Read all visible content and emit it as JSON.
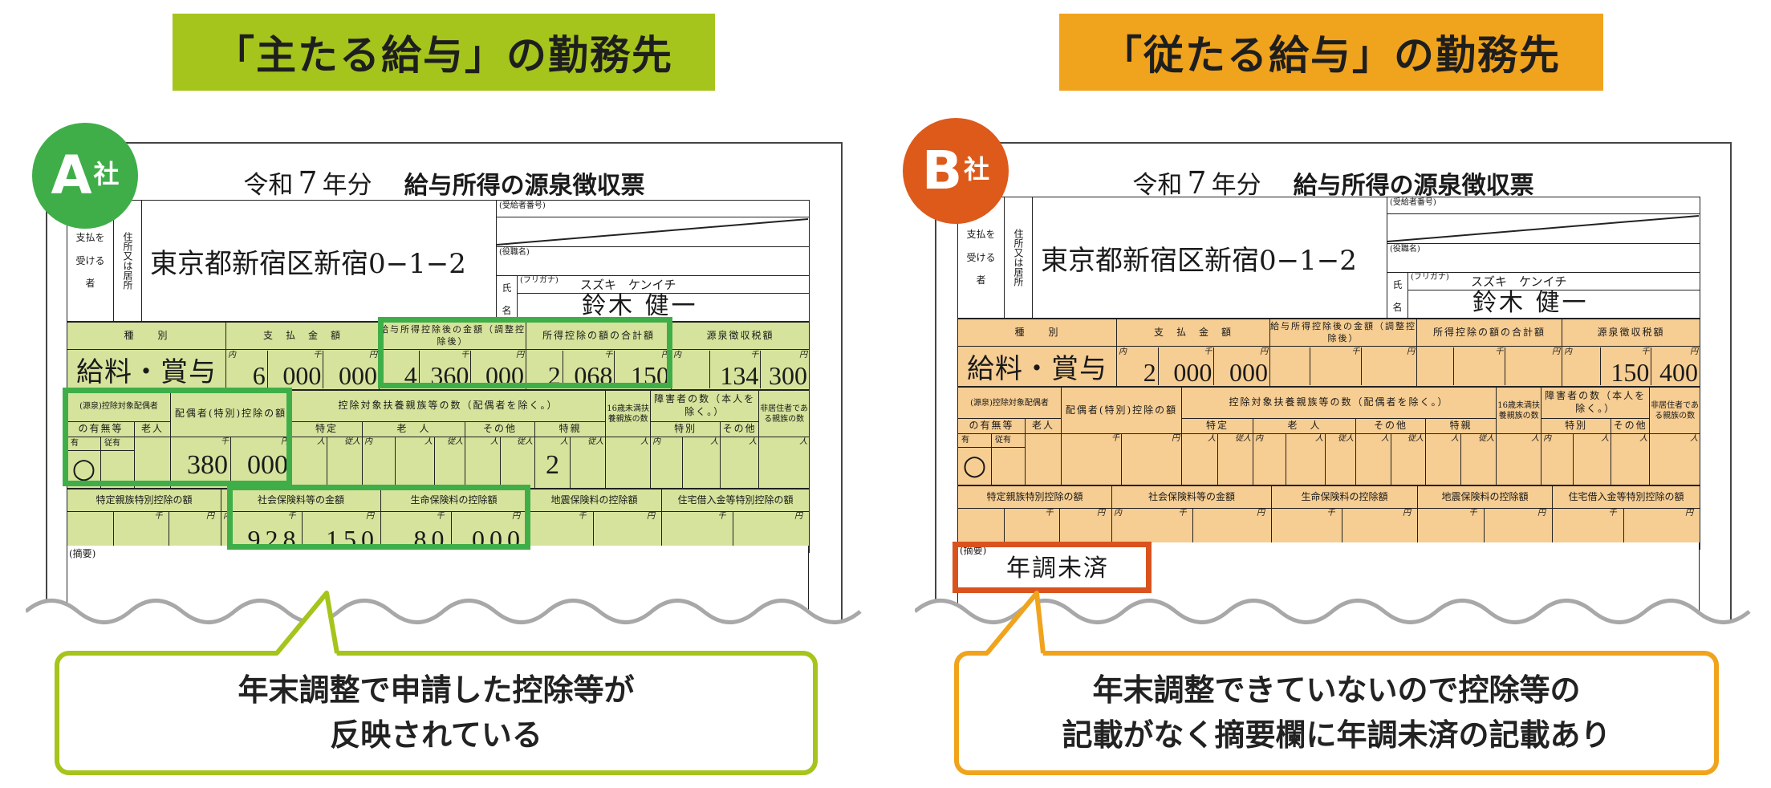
{
  "form_labels": {
    "era": "令和",
    "year": "7",
    "year_suffix": "年分",
    "title": "給与所得の源泉徴収票",
    "recipient": "支払を受ける者",
    "address_label": "住所又は居所",
    "recipient_no": "(受給者番号)",
    "position": "(役職名)",
    "name_shi": "氏",
    "name_mei": "名",
    "furigana_label": "(フリガナ)",
    "col_type": "種　　別",
    "col_payment": "支　払　金　額",
    "col_after_deduction": "給与所得控除後の金額（調整控除後）",
    "col_total_deductions": "所得控除の額の合計額",
    "col_tax": "源泉徴収税額",
    "spouse_head": "(源泉)控除対象配偶者",
    "spouse_head2": "の有無等",
    "elderly": "老人",
    "spouse_deduction_head": "配偶者(特別)控除の額",
    "dependents_head": "控除対象扶養親族等の数（配偶者を除く。）",
    "under16_head": "16歳未満扶養親族の数",
    "disabled_head": "障害者の数（本人を除く。）",
    "nonresident_head": "非居住者である親族の数",
    "specified": "特定",
    "elderly2": "老　人",
    "other": "その他",
    "tokushin": "特親",
    "special": "特別",
    "other2": "その他",
    "ins_head_specified_relative": "特定親族特別控除の額",
    "ins_head_social": "社会保険料等の金額",
    "ins_head_life": "生命保険料の控除額",
    "ins_head_earthquake": "地震保険料の控除額",
    "ins_head_housing": "住宅借入金等特別控除の額",
    "tekiyo": "(摘要)",
    "unit_uchi": "内",
    "unit_sen": "千",
    "unit_en": "円",
    "unit_nin": "人",
    "unit_junin": "従人",
    "ari": "有",
    "juari": "従有"
  },
  "forms": [
    {
      "banner": "「主たる給与」の勤務先",
      "badge_letter": "A",
      "badge_suffix": "社",
      "address": "東京都新宿区新宿0−1−2",
      "furigana": "スズキ　ケンイチ",
      "name": "鈴木 健一",
      "income_type": "給料・賞与",
      "payment": [
        "6",
        "000",
        "000"
      ],
      "after_deduction": [
        "4",
        "360",
        "000"
      ],
      "total_deductions": [
        "2",
        "068",
        "150"
      ],
      "withholding_tax": [
        "",
        "134",
        "300"
      ],
      "spouse_presence": "○",
      "spouse_deduction": [
        "380",
        "000"
      ],
      "dependents_tokushin": "2",
      "social_insurance": [
        "928",
        "150"
      ],
      "life_insurance": [
        "80",
        "000"
      ],
      "tekiyo_note": "",
      "callout": [
        "年末調整で申請した控除等が",
        "反映されている"
      ]
    },
    {
      "banner": "「従たる給与」の勤務先",
      "badge_letter": "B",
      "badge_suffix": "社",
      "address": "東京都新宿区新宿0−1−2",
      "furigana": "スズキ　ケンイチ",
      "name": "鈴木 健一",
      "income_type": "給料・賞与",
      "payment": [
        "2",
        "000",
        "000"
      ],
      "after_deduction": [
        "",
        "",
        ""
      ],
      "total_deductions": [
        "",
        "",
        ""
      ],
      "withholding_tax": [
        "",
        "150",
        "400"
      ],
      "spouse_presence": "○",
      "spouse_deduction": [
        "",
        ""
      ],
      "dependents_tokushin": "",
      "social_insurance": [
        "",
        ""
      ],
      "life_insurance": [
        "",
        ""
      ],
      "tekiyo_note": "年調未済",
      "callout": [
        "年末調整できていないので控除等の",
        "記載がなく摘要欄に年調未済の記載あり"
      ]
    }
  ],
  "colors": {
    "primary_green": "#a5c41c",
    "secondary_orange": "#f0a31c",
    "highlight_green": "#3fae49",
    "highlight_red": "#d9531e"
  }
}
